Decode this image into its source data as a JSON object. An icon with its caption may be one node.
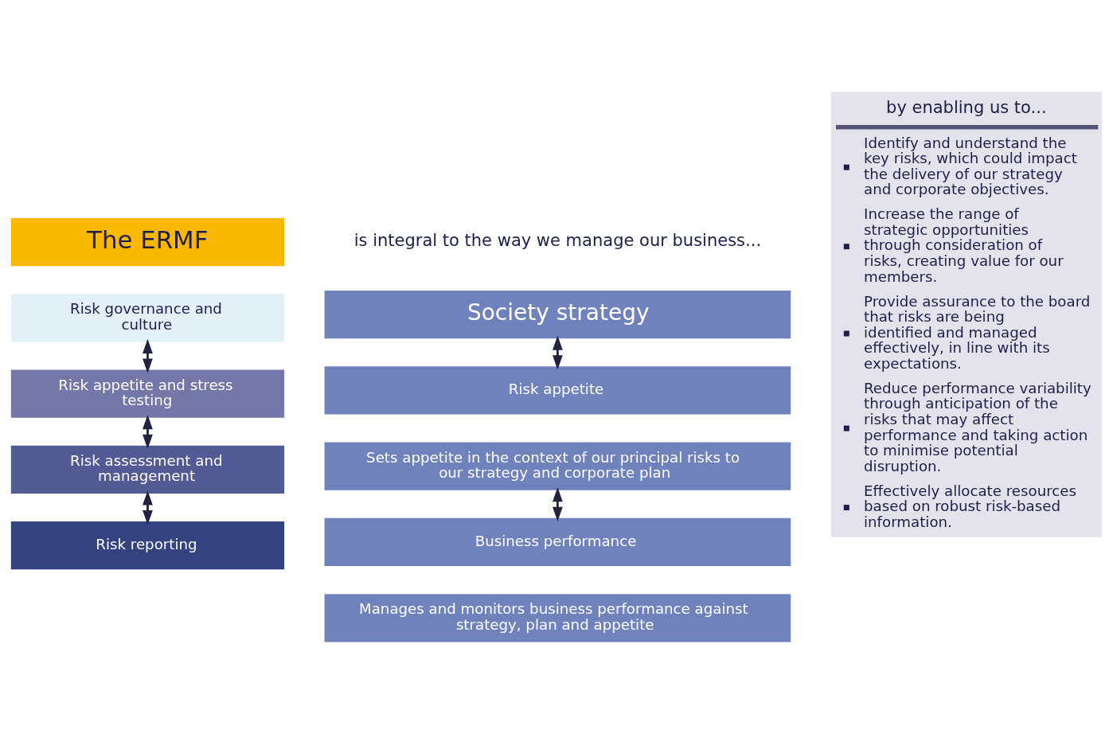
{
  "diagram": {
    "nodes": [
      {
        "text": [
          "The ERMF"
        ]
      },
      {
        "text": [
          "Risk governance and culture"
        ]
      },
      {
        "text": [
          "Risk appetite and stress testing"
        ]
      },
      {
        "text": [
          "Risk assessment and management"
        ]
      },
      {
        "text": [
          "Risk reporting"
        ]
      },
      {
        "text": [
          "Society strategy"
        ]
      },
      {
        "text": [
          "Risk appetite"
        ]
      },
      {
        "text": [
          "Sets appetite in the context of our principal risks to our strategy and corporate plan"
        ]
      },
      {
        "text": [
          "Business performance"
        ]
      },
      {
        "text": [
          "Manages and monitors business performance against strategy, plan and appetite"
        ]
      },
      {
        "text": [
          "by enabling us to...",
          "Identify and understand the key risks, which could impact the delivery of our strategy and corporate objectives.",
          "Increase the range of strategic opportunities through consideration of risks, creating value for our members.",
          "Provide assurance to the board that risks are being identified and managed effectively, in line with its expectations.",
          "Reduce performance variability through anticipation of the risks that may affect performance and taking action to minimise potential disruption.",
          "Effectively allocate resources based on robust risk-based information."
        ]
      }
    ],
    "edges": [
      {
        "from": 1,
        "to": 2,
        "arrow": "both"
      },
      {
        "from": 2,
        "to": 3,
        "arrow": "both"
      },
      {
        "from": 3,
        "to": 4,
        "arrow": "both"
      },
      {
        "from": 5,
        "to": 6,
        "arrow": "both"
      },
      {
        "from": 7,
        "to": 8,
        "arrow": "both"
      }
    ],
    "labels": [
      "is integral to the way we manage our business..."
    ]
  }
}
